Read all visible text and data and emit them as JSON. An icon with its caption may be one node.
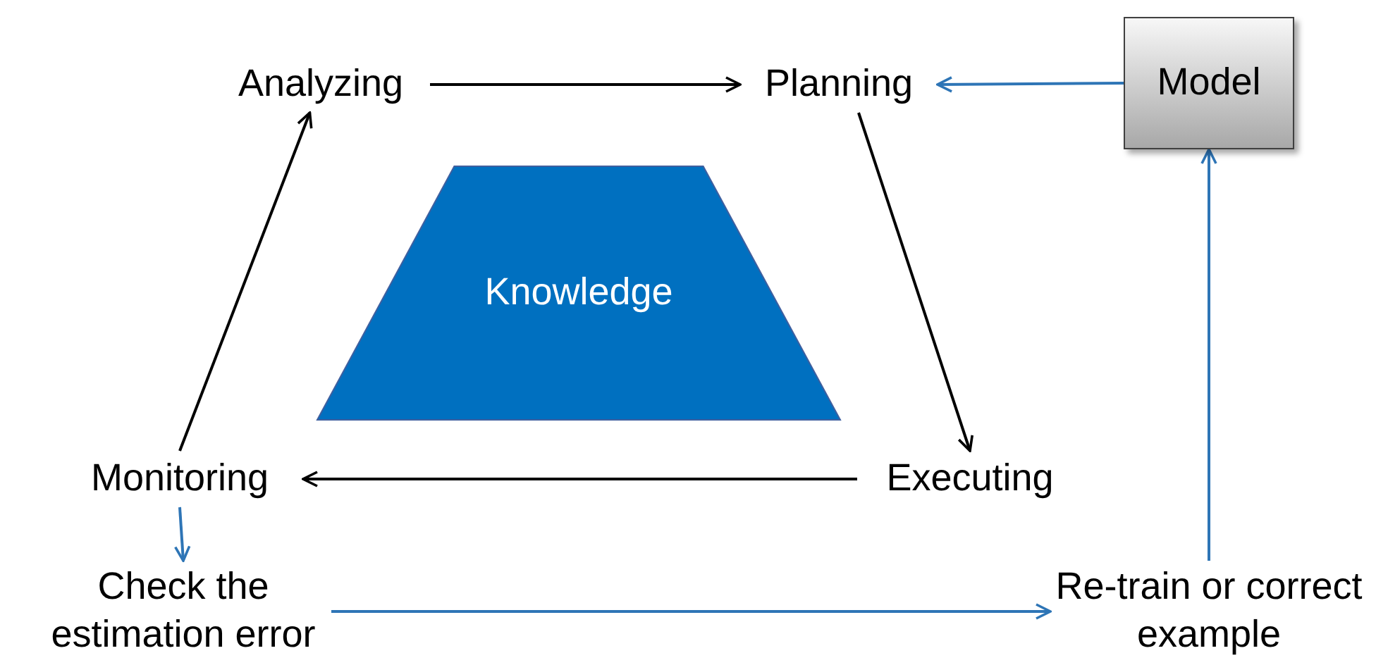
{
  "diagram": {
    "nodes": [
      {
        "text": [
          "Analyzing"
        ]
      },
      {
        "text": [
          "Planning"
        ]
      },
      {
        "text": [
          "Model"
        ]
      },
      {
        "text": [
          "Knowledge"
        ]
      },
      {
        "text": [
          "Monitoring"
        ]
      },
      {
        "text": [
          "Executing"
        ]
      },
      {
        "text": [
          "Check the estimation error"
        ]
      },
      {
        "text": [
          "Re-train or correct example"
        ]
      }
    ],
    "edges": [
      {
        "from": 0,
        "to": 1,
        "arrow": "to"
      },
      {
        "from": 2,
        "to": 1,
        "arrow": "to",
        "color": "#2e75b6"
      },
      {
        "from": 1,
        "to": 5,
        "arrow": "to"
      },
      {
        "from": 5,
        "to": 4,
        "arrow": "to"
      },
      {
        "from": 4,
        "to": 0,
        "arrow": "to"
      },
      {
        "from": 4,
        "to": 6,
        "arrow": "to",
        "color": "#2e75b6"
      },
      {
        "from": 6,
        "to": 7,
        "arrow": "to",
        "color": "#2e75b6"
      },
      {
        "from": 7,
        "to": 2,
        "arrow": "to",
        "color": "#2e75b6"
      }
    ]
  }
}
